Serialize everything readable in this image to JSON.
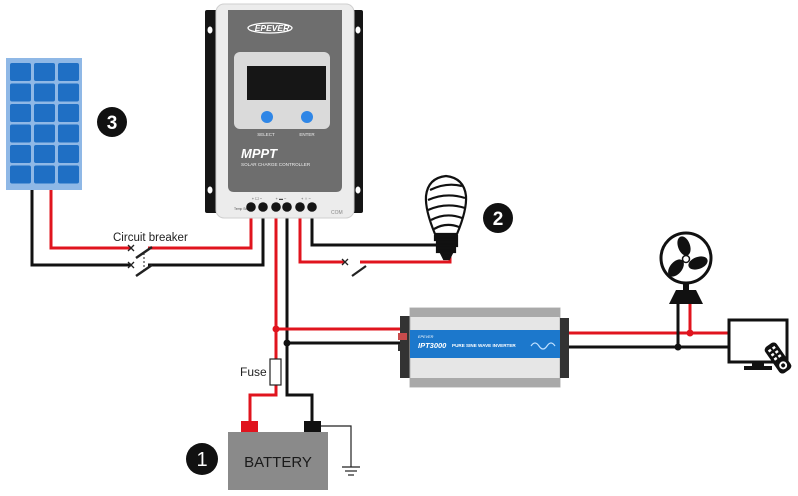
{
  "diagram": {
    "title": "MPPT solar charge controller wiring diagram",
    "colors": {
      "positive_wire": "#e0141e",
      "negative_wire": "#111111",
      "panel_blue": "#1f6fc4",
      "panel_frame": "#8fb8e6",
      "controller_face": "#6e6e6e",
      "inverter_band": "#1c78cc",
      "battery": "#8a8a8a"
    },
    "controller": {
      "brand": "EPEVER",
      "model_line": "MPPT",
      "subtitle": "SOLAR CHARGE CONTROLLER",
      "buttons": [
        "SELECT",
        "ENTER"
      ],
      "terminal_groups": [
        "+ ☐ −",
        "+ ▬ −",
        "+ ♀ −"
      ],
      "temp_label": "Temp Sensor",
      "com_label": "COM"
    },
    "inverter": {
      "brand": "EPEVER",
      "model": "IPT3000",
      "description": "PURE SINE WAVE INVERTER"
    },
    "labels": {
      "circuit_breaker": "Circuit breaker",
      "fuse": "Fuse",
      "battery": "BATTERY"
    },
    "badges": [
      {
        "number": "1",
        "refers_to": "battery"
      },
      {
        "number": "2",
        "refers_to": "dc load (bulb)"
      },
      {
        "number": "3",
        "refers_to": "solar panel"
      }
    ],
    "components": [
      "solar-panel",
      "charge-controller",
      "battery",
      "light-bulb",
      "inverter",
      "fan",
      "tv",
      "remote"
    ]
  }
}
